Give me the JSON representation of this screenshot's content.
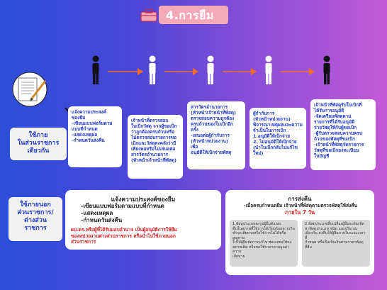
{
  "title": "4.การยืม",
  "rows": {
    "inside_label": "ใช้ภาย\nในส่วนราชการ\nเดียวกัน",
    "outside_label": "ใช้ภายนอก\nส่วนราชการ/\nต่างส่วน\nราชการ"
  },
  "steps": [
    {
      "text": "แจ้งความประสงค์\nของยืม\n-เขียนแบบฟอร์มตาม\nแบบที่กำหนด\n-แสดงเหตุผล\n-กำหนดวันส่งคืน"
    },
    {
      "text": "เจ้าหน้าที่ตรวจสอบ\nใบเบิกวัสดุ จากผู้ขอเบิก\nว่าถูกต้องครบถ้วนหรือ\nไม่ตรวจสอบรายการขอ\nเบิกและวัสดุคงคลังว่ามี\nเพียงพอหรือไม่เสนอต่อ\nสารวัตรอำนวยการ\n(หัวหน้าเจ้าหน้าที่พัสดุ)"
    },
    {
      "text": "สารวัตรอำนวยการ\n(หัวหน้าเจ้าหน้าที่พัสดุ)\nตรวจสอบความถูกต้อง\nครบถ้วนของใบเบิกอีก\nครั้ง\n-เสนอต่อผู้กำกับการ\n(หัวหน้าหน่วยงาน)\nเพื่อ\nอนุมัติให้เบิกจ่ายพัสดุ"
    },
    {
      "text": "ผู้กำกับการ\n(หัวหน้าหน่วยงาน)\nพิจารณาเหตุผลและความ\nจำเป็นในการเบิก\n1.อนุมัติให้เบิกจ่าย\n2. ไม่อนุมัติให้เบิกจ่าย\n(นำใบเบิกกลับไปแก้ไข\nใหม่)"
    },
    {
      "text": "เจ้าหน้าที่พัสดุรับใบเบิกที่\nได้รับการอนุมัติ\n-จัดเตรียมพัสดุตาม\nรายการที่ได้รับอนุมัติ\nจ่ายวัสดุให้กับผู้ขอเบิก\n-ผู้รับตรวจสอบความครบ\nถ้วนของพัสดุที่ขอเบิก\n-เจ้าหน้าที่พัสดุจัดรายการ\nวัสดุที่ขอเบิกลงทะเบียน\nในบัญชี"
    }
  ],
  "outside_left": {
    "heading": "แจ้งความประสงค์ของยืม",
    "lines": "-เขียนแบบฟอร์มตามแบบที่กำหนด\n-แสดงเหตุผล\n-กำหนดวันส่งคืน",
    "warning": "ผบ.ตร.หรือผู้ที่ได้รับมอบอำนาจ เป็นผู้อนุมัติการให้ยืม\nของหน่วยงานต่างส่วนราชการ หรือนำไปใช้ภายนอก\nส่วนราชการ"
  },
  "outside_right": {
    "heading": "การส่งคืน",
    "line": "-เมื่อครบกำหนดยืม เจ้าหน้าที่พัสดุตามตรวจพัสดุให้ส่งคืน",
    "deadline": "ภายใน 7 วัน",
    "note_left": "1.พัสดุประเภทคงรูปผู้ยืมต้องส่ง\nคืนในสภาพที่ใช้การได้เรียบร้อยหากเกิด\nชำรุดเสียหายหรือใช้การไม่ได้หรือสูญหาย\nไปให้ผู้ยืมจัดการแก้ไข ซ่อมแซมให้คง\nสภาพเดิม หรือชดใช้ราคาตามมูลค่าความ\nเสียหาย",
    "note_right": "2.พัสดุประเภทสิ้นเปลืองผู้ยืมจะต้องจัด\nหาพัสดุประเภท ชนิด และปริมาณ\nเดียวกัน ส่งคืนให้ผู้ยืมภายในระยะเวลาที่\nกำหนด หรือคืนเป็นเงินตามราคาพัสดุ\nที่ยืม"
  },
  "colors": {
    "accent": "#f3a9b8",
    "step_text": "#233cc8",
    "warning": "#d82020"
  },
  "icons": [
    "toolbox-icon",
    "pen-paper-icon",
    "person-icon",
    "arrow-right-icon",
    "cursor-arrow-icon"
  ]
}
